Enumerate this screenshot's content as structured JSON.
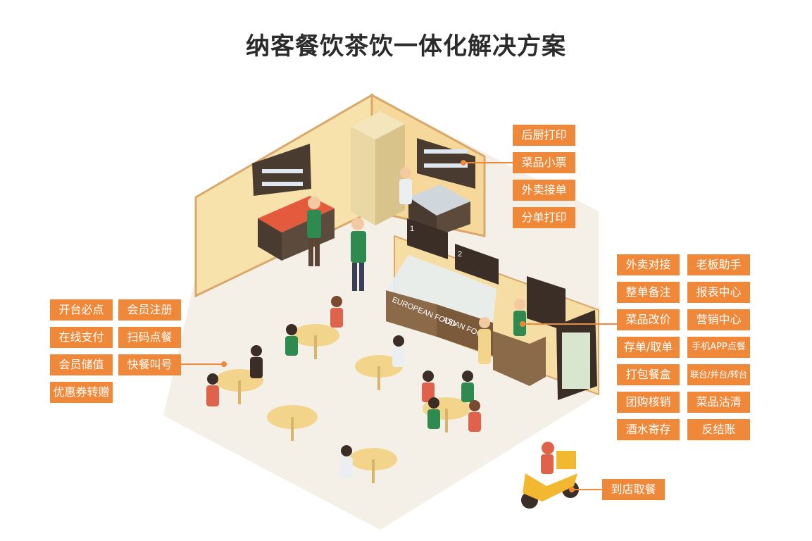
{
  "title": "纳客餐饮茶饮一体化解决方案",
  "colors": {
    "accent": "#f0883a",
    "title": "#2b2b2b",
    "wall": "#f8e2ac",
    "floor": "#f4efe7",
    "wood": "#7a5a3a"
  },
  "tags_left": [
    "开台必点",
    "会员注册",
    "在线支付",
    "扫码点餐",
    "会员储值",
    "快餐叫号",
    "优惠券转赠"
  ],
  "tags_kitchen": [
    "后厨打印",
    "菜品小票",
    "外卖接单",
    "分单打印"
  ],
  "tags_right": [
    "外卖对接",
    "老板助手",
    "整单备注",
    "报表中心",
    "菜品改价",
    "营销中心",
    "存单/取单",
    "手机APP点餐",
    "打包餐盒",
    "联台/并台/转台",
    "团购核销",
    "菜品沽清",
    "酒水寄存",
    "反结账"
  ],
  "tag_delivery": "到店取餐",
  "counter_labels": {
    "european": "EUROPEAN FOOD",
    "asian": "ASIAN FOOD",
    "menu_1": "1",
    "menu_2": "2"
  }
}
